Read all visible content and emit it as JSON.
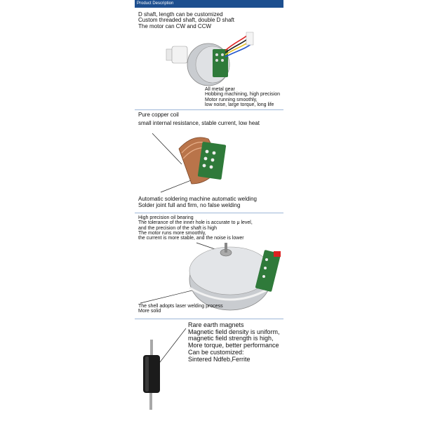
{
  "header": {
    "title": "Product Description"
  },
  "sections": {
    "shaft": {
      "lines": [
        "D shaft, length can be customized",
        "Custom threaded shaft, double D shaft",
        "The motor can CW and CCW"
      ]
    },
    "gear": {
      "lines": [
        "All metal gear",
        "Hobbing machining, high precision",
        "Motor running smoothly,",
        "low noise, large torque, long life"
      ]
    },
    "coil": {
      "title": "Pure copper coil",
      "line": "small internal resistance, stable current, low heat"
    },
    "solder": {
      "lines": [
        "Automatic soldering machine automatic welding",
        "Solder joint full and firm, no false welding"
      ]
    },
    "bearing": {
      "lines": [
        "High precision oil bearing",
        "The tolerance of the inner hole is accurate to μ level,",
        "and the precision of the shaft is high",
        "The motor runs more smoothly,",
        "the current is more stable, and the noise is lower"
      ]
    },
    "shell": {
      "lines": [
        "The shell adopts laser welding process",
        "More solid"
      ]
    },
    "magnet": {
      "lines": [
        "Rare earth magnets",
        "Magnetic field density is uniform,",
        "magnetic field strength is high,",
        "More torque, better performance",
        "Can be customized:",
        "Sintered Ndfeb,Ferrite"
      ]
    }
  },
  "colors": {
    "header_bg": "#1d4f8f",
    "divider": "#9db7d8",
    "pcb": "#2f7a3a",
    "copper": "#b9744a",
    "metal": "#c9ccd0"
  }
}
